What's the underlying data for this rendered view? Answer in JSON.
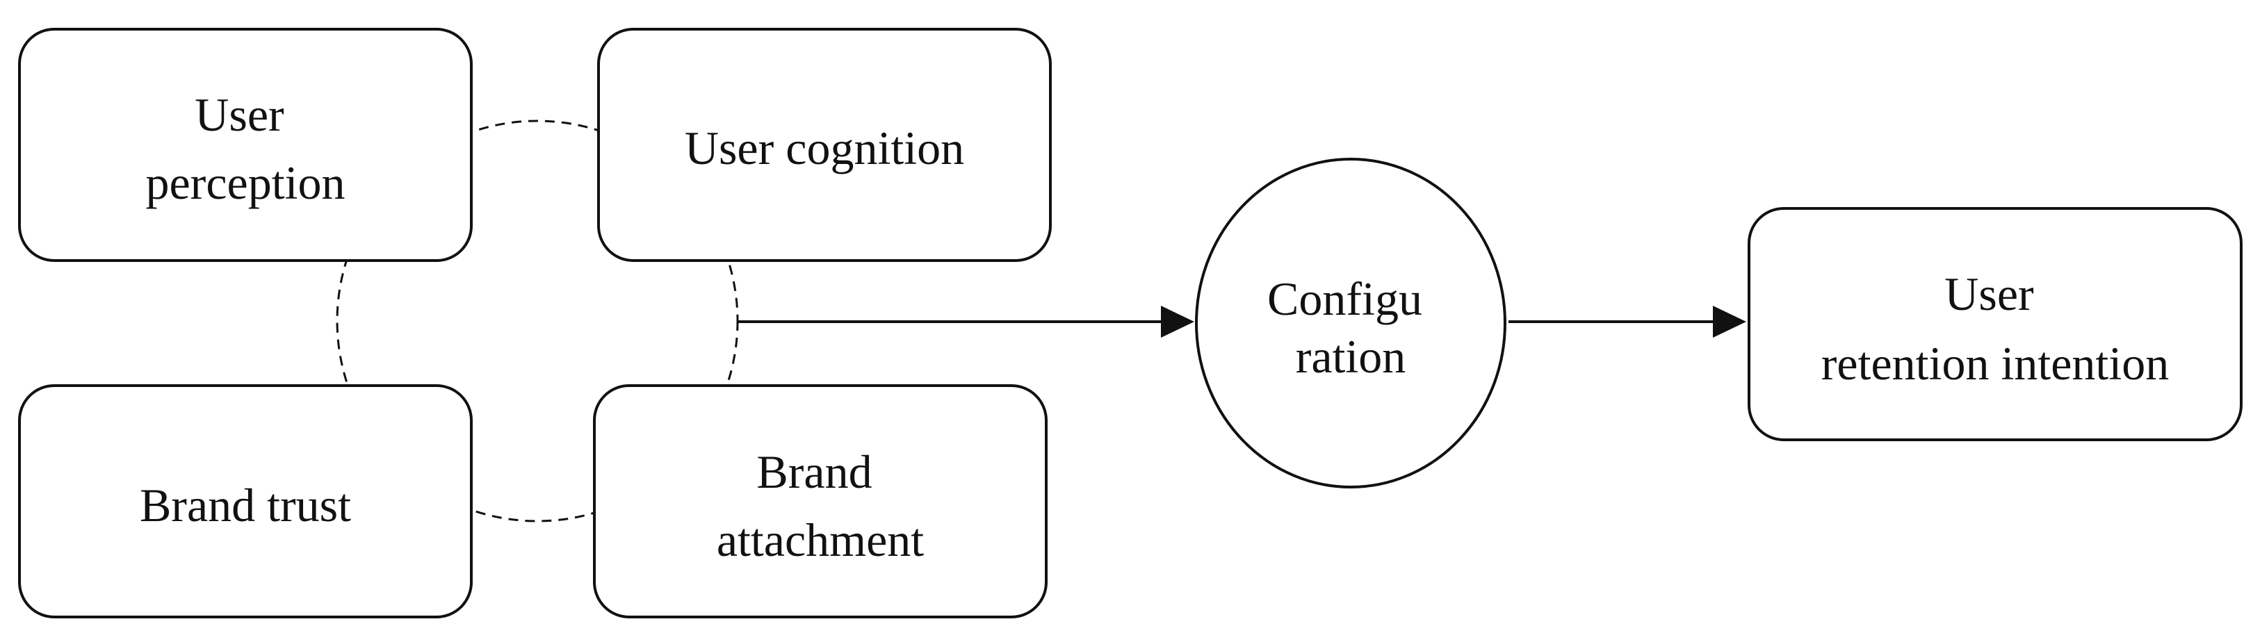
{
  "nodes": {
    "user_perception": {
      "line1": "User",
      "line2": "perception"
    },
    "user_cognition": {
      "line1": "User cognition"
    },
    "brand_trust": {
      "line1": "Brand trust"
    },
    "brand_attachment": {
      "line1": "Brand",
      "line2": "attachment"
    },
    "configuration": {
      "line1": "Configu",
      "line2": "ration"
    },
    "user_retention_intention": {
      "line1": "User",
      "line2": "retention intention"
    }
  }
}
